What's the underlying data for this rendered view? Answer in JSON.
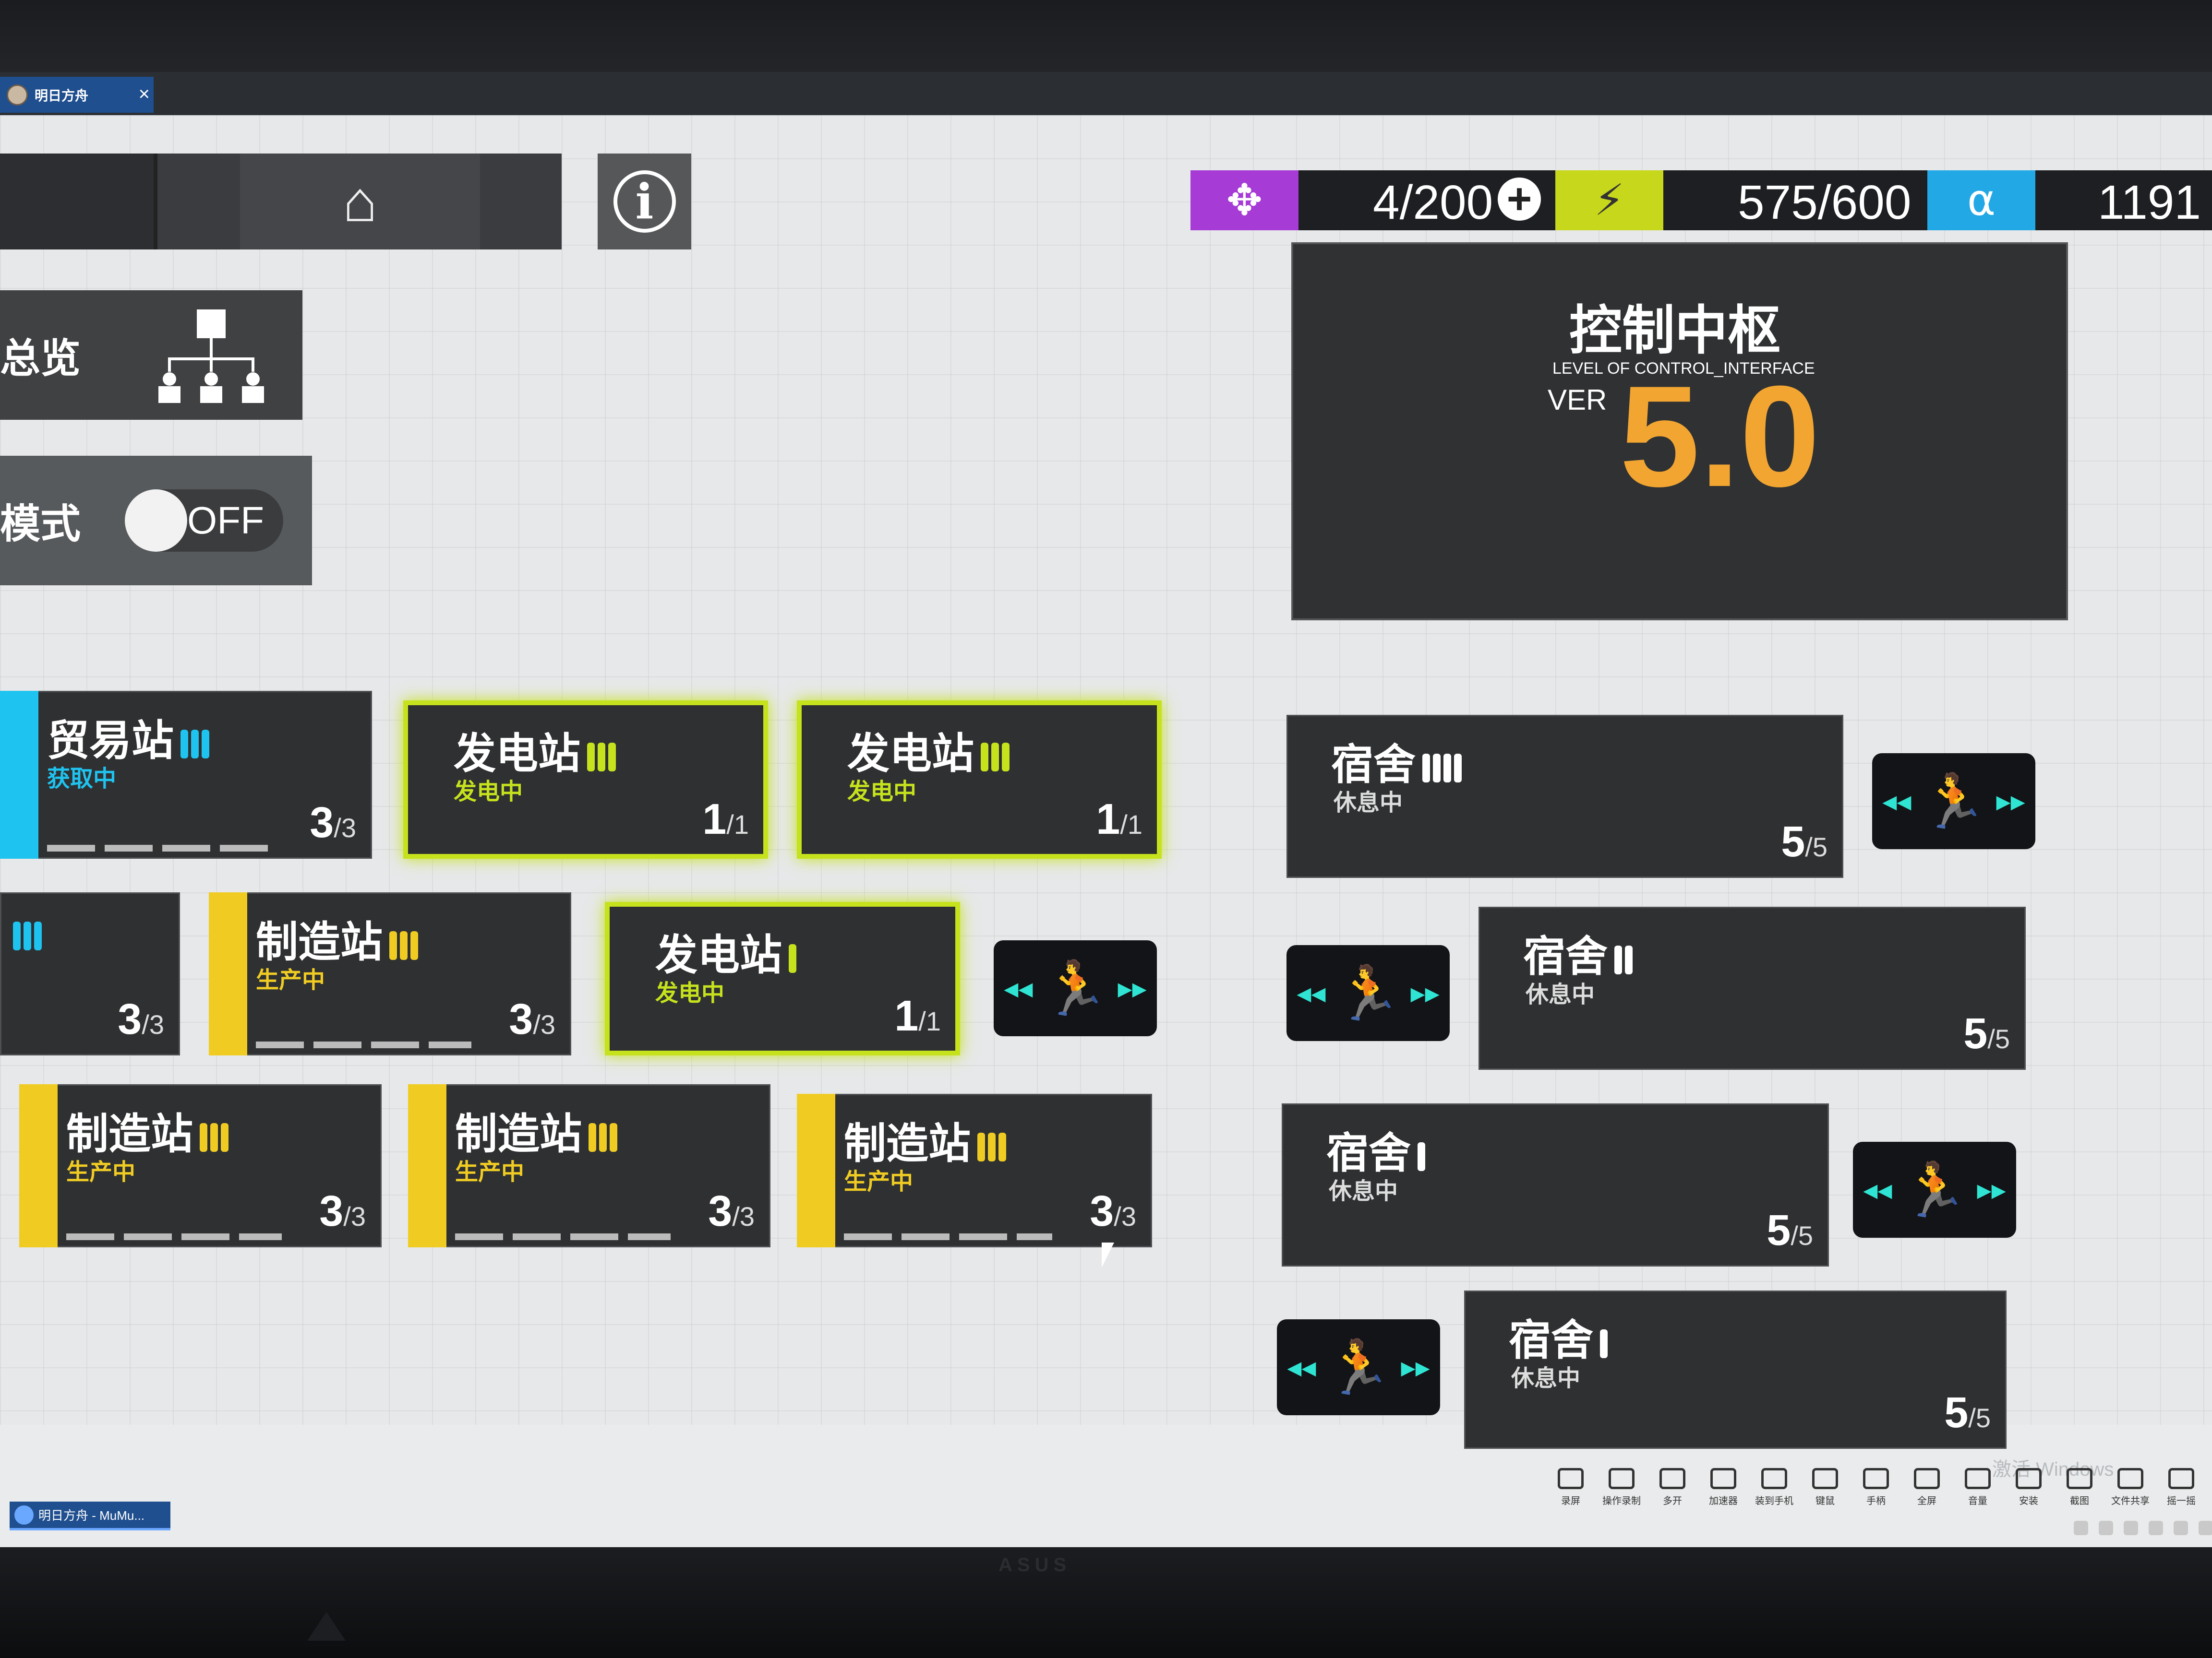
{
  "window": {
    "tab_title": "明日方舟",
    "close": "×"
  },
  "top_left": {
    "home_icon": "⌂",
    "info_icon": "i"
  },
  "menu": {
    "overview_label": "总览",
    "build_mode_label": "模式",
    "toggle_text": "OFF"
  },
  "resources": {
    "drone_icon": "✥",
    "drones": "4/200",
    "plus": "+",
    "power_icon": "⚡",
    "power": "575/600",
    "cert_icon": "⍺",
    "cert": "1191"
  },
  "control_center": {
    "title": "控制中枢",
    "subtitle": "LEVEL OF CONTROL_INTERFACE",
    "ver_label": "VER",
    "level": "5.0"
  },
  "rooms": {
    "trade1": {
      "name": "贸易站",
      "state": "获取中",
      "cap": "3",
      "cap_max": "/3"
    },
    "power1": {
      "name": "发电站",
      "state": "发电中",
      "cap": "1",
      "cap_max": "/1"
    },
    "power2": {
      "name": "发电站",
      "state": "发电中",
      "cap": "1",
      "cap_max": "/1"
    },
    "trade2": {
      "cap": "3",
      "cap_max": "/3"
    },
    "factory1": {
      "name": "制造站",
      "state": "生产中",
      "cap": "3",
      "cap_max": "/3"
    },
    "power3": {
      "name": "发电站",
      "state": "发电中",
      "cap": "1",
      "cap_max": "/1"
    },
    "factory2": {
      "name": "制造站",
      "state": "生产中",
      "cap": "3",
      "cap_max": "/3"
    },
    "factory3": {
      "name": "制造站",
      "state": "生产中",
      "cap": "3",
      "cap_max": "/3"
    },
    "factory4": {
      "name": "制造站",
      "state": "生产中",
      "cap": "3",
      "cap_max": "/3"
    },
    "dorm1": {
      "name": "宿舍",
      "state": "休息中",
      "cap": "5",
      "cap_max": "/5"
    },
    "dorm2": {
      "name": "宿舍",
      "state": "休息中",
      "cap": "5",
      "cap_max": "/5"
    },
    "dorm3": {
      "name": "宿舍",
      "state": "休息中",
      "cap": "5",
      "cap_max": "/5"
    },
    "dorm4": {
      "name": "宿舍",
      "state": "休息中",
      "cap": "5",
      "cap_max": "/5"
    }
  },
  "corridor": {
    "left": "◂◂",
    "run": "🏃",
    "right": "▸▸"
  },
  "watermark": "激活 Windows",
  "toolbar": [
    "录屏",
    "操作录制",
    "多开",
    "加速器",
    "装到手机",
    "键鼠",
    "手柄",
    "全屏",
    "音量",
    "安装",
    "截图",
    "文件共享",
    "摇一摇"
  ],
  "taskbar": {
    "app": "明日方舟 - MuMu..."
  },
  "colors": {
    "trade": "#1fc3ef",
    "power": "#c6e21d",
    "factory": "#f0cc23",
    "drone": "#a63bd6",
    "cert": "#23a8e6"
  }
}
